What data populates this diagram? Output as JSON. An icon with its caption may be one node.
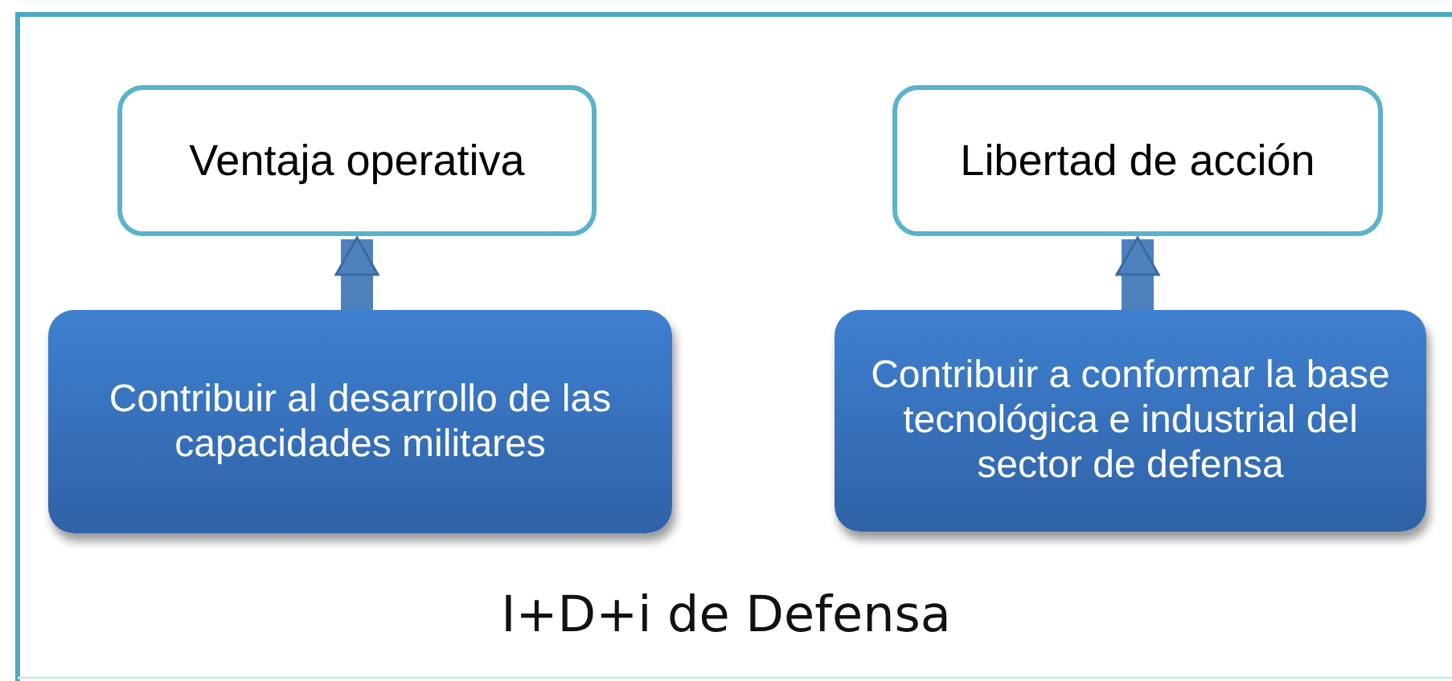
{
  "diagram": {
    "caption": "I+D+i de Defensa",
    "nodes": [
      {
        "text": [
          "Ventaja operativa"
        ]
      },
      {
        "text": [
          "Libertad de acción"
        ]
      },
      {
        "text": [
          "Contribuir al desarrollo de las capacidades militares"
        ]
      },
      {
        "text": [
          "Contribuir a conformar la base tecnológica e industrial del sector de defensa"
        ]
      }
    ],
    "edges": [
      {
        "from": 2,
        "to": 0,
        "arrow": "to"
      },
      {
        "from": 3,
        "to": 1,
        "arrow": "to"
      }
    ]
  }
}
